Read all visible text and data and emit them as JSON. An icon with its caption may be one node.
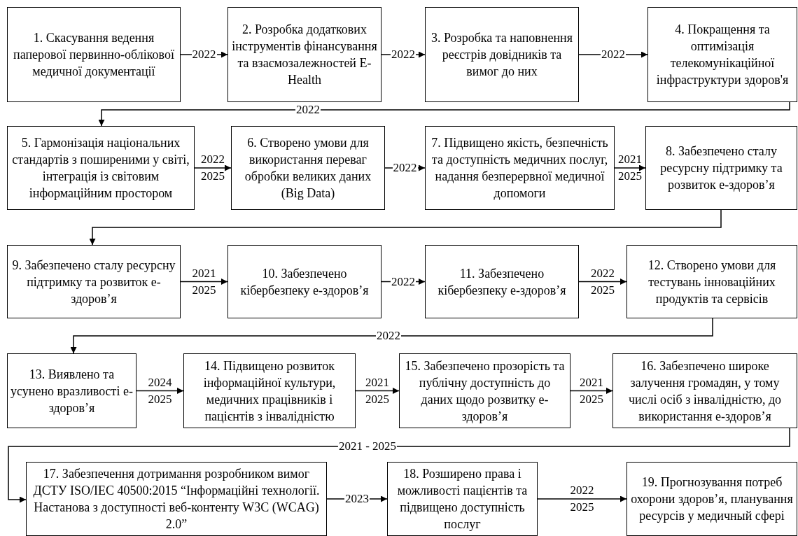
{
  "diagram": {
    "nodes": [
      {
        "text": [
          "1. Скасування ведення паперової первинно-облікової медичної документації"
        ]
      },
      {
        "text": [
          "2. Розробка додаткових інструментів фінансування та взаємозалежностей E-Health"
        ]
      },
      {
        "text": [
          "3. Розробка та наповнення реєстрів довідників та вимог до них"
        ]
      },
      {
        "text": [
          "4. Покращення та оптимізація телекомунікаційної інфраструктури здоров'я"
        ]
      },
      {
        "text": [
          "5. Гармонізація національних стандартів з поширеними у світі, інтеграція із світовим інформаційним простором"
        ]
      },
      {
        "text": [
          "6. Створено умови для використання переваг обробки великих даних (Big Data)"
        ]
      },
      {
        "text": [
          "7. Підвищено якість, безпечність та доступність медичних послуг, надання безперервної медичної допомоги"
        ]
      },
      {
        "text": [
          "8. Забезпечено сталу ресурсну підтримку та розвиток е-здоров’я"
        ]
      },
      {
        "text": [
          "9. Забезпечено сталу ресурсну підтримку та розвиток е-здоров’я"
        ]
      },
      {
        "text": [
          "10. Забезпечено кібербезпеку е-здоров’я"
        ]
      },
      {
        "text": [
          "11. Забезпечено кібербезпеку е-здоров’я"
        ]
      },
      {
        "text": [
          "12. Створено умови для тестувань інноваційних продуктів та сервісів"
        ]
      },
      {
        "text": [
          "13. Виявлено та усунено вразливості е-здоров’я"
        ]
      },
      {
        "text": [
          "14. Підвищено розвиток інформаційної культури, медичних працівників і пацієнтів з інвалідністю"
        ]
      },
      {
        "text": [
          "15. Забезпечено прозорість та публічну доступність до даних щодо розвитку е-здоров’я"
        ]
      },
      {
        "text": [
          "16. Забезпечено широке залучення громадян, у тому числі осіб з інвалідністю, до використання е-здоров’я"
        ]
      },
      {
        "text": [
          "17. Забезпечення дотримання розробником вимог ДСТУ ISO/IEC 40500:2015 “Інформаційні технології. Настанова з доступності веб-контенту W3C (WCAG) 2.0”"
        ]
      },
      {
        "text": [
          "18. Розширено права і можливості пацієнтів та підвищено доступність послуг"
        ]
      },
      {
        "text": [
          "19. Прогнозування потреб охорони здоров’я, планування ресурсів у медичный сфері"
        ]
      }
    ],
    "edges": [
      {
        "from": 0,
        "to": 1,
        "arrow": "to",
        "label": "2022"
      },
      {
        "from": 1,
        "to": 2,
        "arrow": "to",
        "label": "2022"
      },
      {
        "from": 2,
        "to": 3,
        "arrow": "to",
        "label": "2022"
      },
      {
        "from": 3,
        "to": 4,
        "arrow": "to",
        "label": "2022"
      },
      {
        "from": 4,
        "to": 5,
        "arrow": "to",
        "label": "2022 2025"
      },
      {
        "from": 5,
        "to": 6,
        "arrow": "to",
        "label": "2022"
      },
      {
        "from": 6,
        "to": 7,
        "arrow": "to",
        "label": "2021 2025"
      },
      {
        "from": 7,
        "to": 8,
        "arrow": "to"
      },
      {
        "from": 8,
        "to": 9,
        "arrow": "to",
        "label": "2021 2025"
      },
      {
        "from": 9,
        "to": 10,
        "arrow": "to",
        "label": "2022"
      },
      {
        "from": 10,
        "to": 11,
        "arrow": "to",
        "label": "2022 2025"
      },
      {
        "from": 11,
        "to": 12,
        "arrow": "to",
        "label": "2022"
      },
      {
        "from": 12,
        "to": 13,
        "arrow": "to",
        "label": "2024 2025"
      },
      {
        "from": 13,
        "to": 14,
        "arrow": "to",
        "label": "2021 2025"
      },
      {
        "from": 14,
        "to": 15,
        "arrow": "to",
        "label": "2021 2025"
      },
      {
        "from": 15,
        "to": 16,
        "arrow": "to",
        "label": "2021 - 2025"
      },
      {
        "from": 16,
        "to": 17,
        "arrow": "to",
        "label": "2023"
      },
      {
        "from": 17,
        "to": 18,
        "arrow": "to",
        "label": "2022 2025"
      }
    ]
  }
}
